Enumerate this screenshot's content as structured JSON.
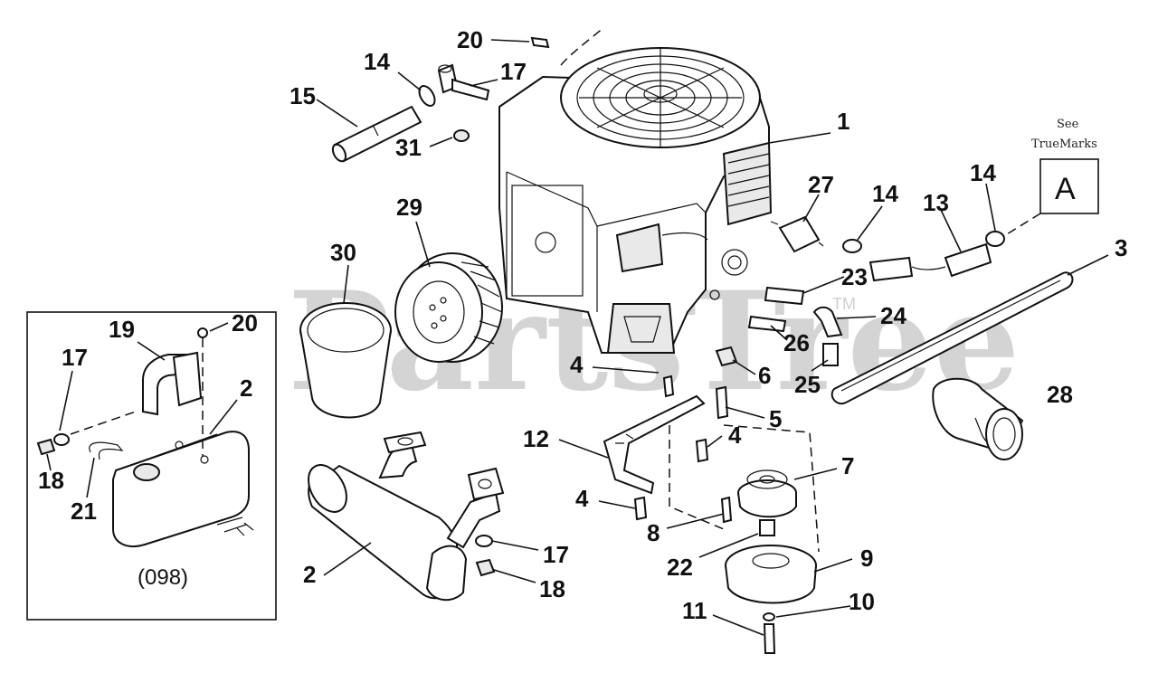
{
  "watermark": {
    "text": "PartsTree",
    "trademark": "TM"
  },
  "reference_box": {
    "letter": "A",
    "note_line1": "See",
    "note_line2": "TrueMarks"
  },
  "inset": {
    "caption": "(098)"
  },
  "callouts": {
    "c1": "1",
    "c2": "2",
    "c2b": "2",
    "c3": "3",
    "c4a": "4",
    "c4b": "4",
    "c4c": "4",
    "c5": "5",
    "c6": "6",
    "c7": "7",
    "c8": "8",
    "c9": "9",
    "c10": "10",
    "c11": "11",
    "c12": "12",
    "c13": "13",
    "c14a": "14",
    "c14b": "14",
    "c14c": "14",
    "c15": "15",
    "c17a": "17",
    "c17b": "17",
    "c17c": "17",
    "c18a": "18",
    "c18b": "18",
    "c19": "19",
    "c20a": "20",
    "c20b": "20",
    "c21": "21",
    "c22": "22",
    "c23": "23",
    "c24": "24",
    "c25": "25",
    "c26": "26",
    "c27": "27",
    "c28": "28",
    "c29": "29",
    "c30": "30",
    "c31": "31"
  }
}
